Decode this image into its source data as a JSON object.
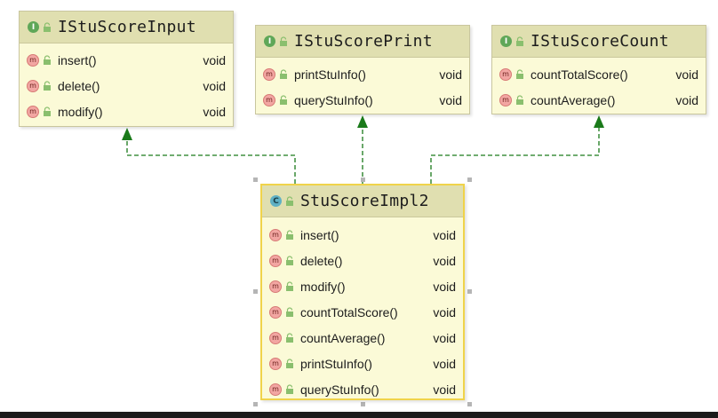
{
  "colors": {
    "box_fill": "#fbfad7",
    "header_fill": "#e0dfb0",
    "arrow": "#1a7a1a",
    "selected_border": "#f0d34a"
  },
  "icons": {
    "interface_badge": "interface-badge-icon",
    "class_badge": "class-badge-icon",
    "method_badge": "method-badge-icon",
    "visibility": "public-lock-icon"
  },
  "boxes": {
    "input": {
      "kind_letter": "I",
      "title": "IStuScoreInput",
      "methods": [
        {
          "badge": "m",
          "name": "insert()",
          "type": "void"
        },
        {
          "badge": "m",
          "name": "delete()",
          "type": "void"
        },
        {
          "badge": "m",
          "name": "modify()",
          "type": "void"
        }
      ]
    },
    "print": {
      "kind_letter": "I",
      "title": "IStuScorePrint",
      "methods": [
        {
          "badge": "m",
          "name": "printStuInfo()",
          "type": "void"
        },
        {
          "badge": "m",
          "name": "queryStuInfo()",
          "type": "void"
        }
      ]
    },
    "count": {
      "kind_letter": "I",
      "title": "IStuScoreCount",
      "methods": [
        {
          "badge": "m",
          "name": "countTotalScore()",
          "type": "void"
        },
        {
          "badge": "m",
          "name": "countAverage()",
          "type": "void"
        }
      ]
    },
    "impl": {
      "kind_letter": "C",
      "title": "StuScoreImpl2",
      "methods": [
        {
          "badge": "m",
          "name": "insert()",
          "type": "void"
        },
        {
          "badge": "m",
          "name": "delete()",
          "type": "void"
        },
        {
          "badge": "m",
          "name": "modify()",
          "type": "void"
        },
        {
          "badge": "m",
          "name": "countTotalScore()",
          "type": "void"
        },
        {
          "badge": "m",
          "name": "countAverage()",
          "type": "void"
        },
        {
          "badge": "m",
          "name": "printStuInfo()",
          "type": "void"
        },
        {
          "badge": "m",
          "name": "queryStuInfo()",
          "type": "void"
        }
      ]
    }
  }
}
